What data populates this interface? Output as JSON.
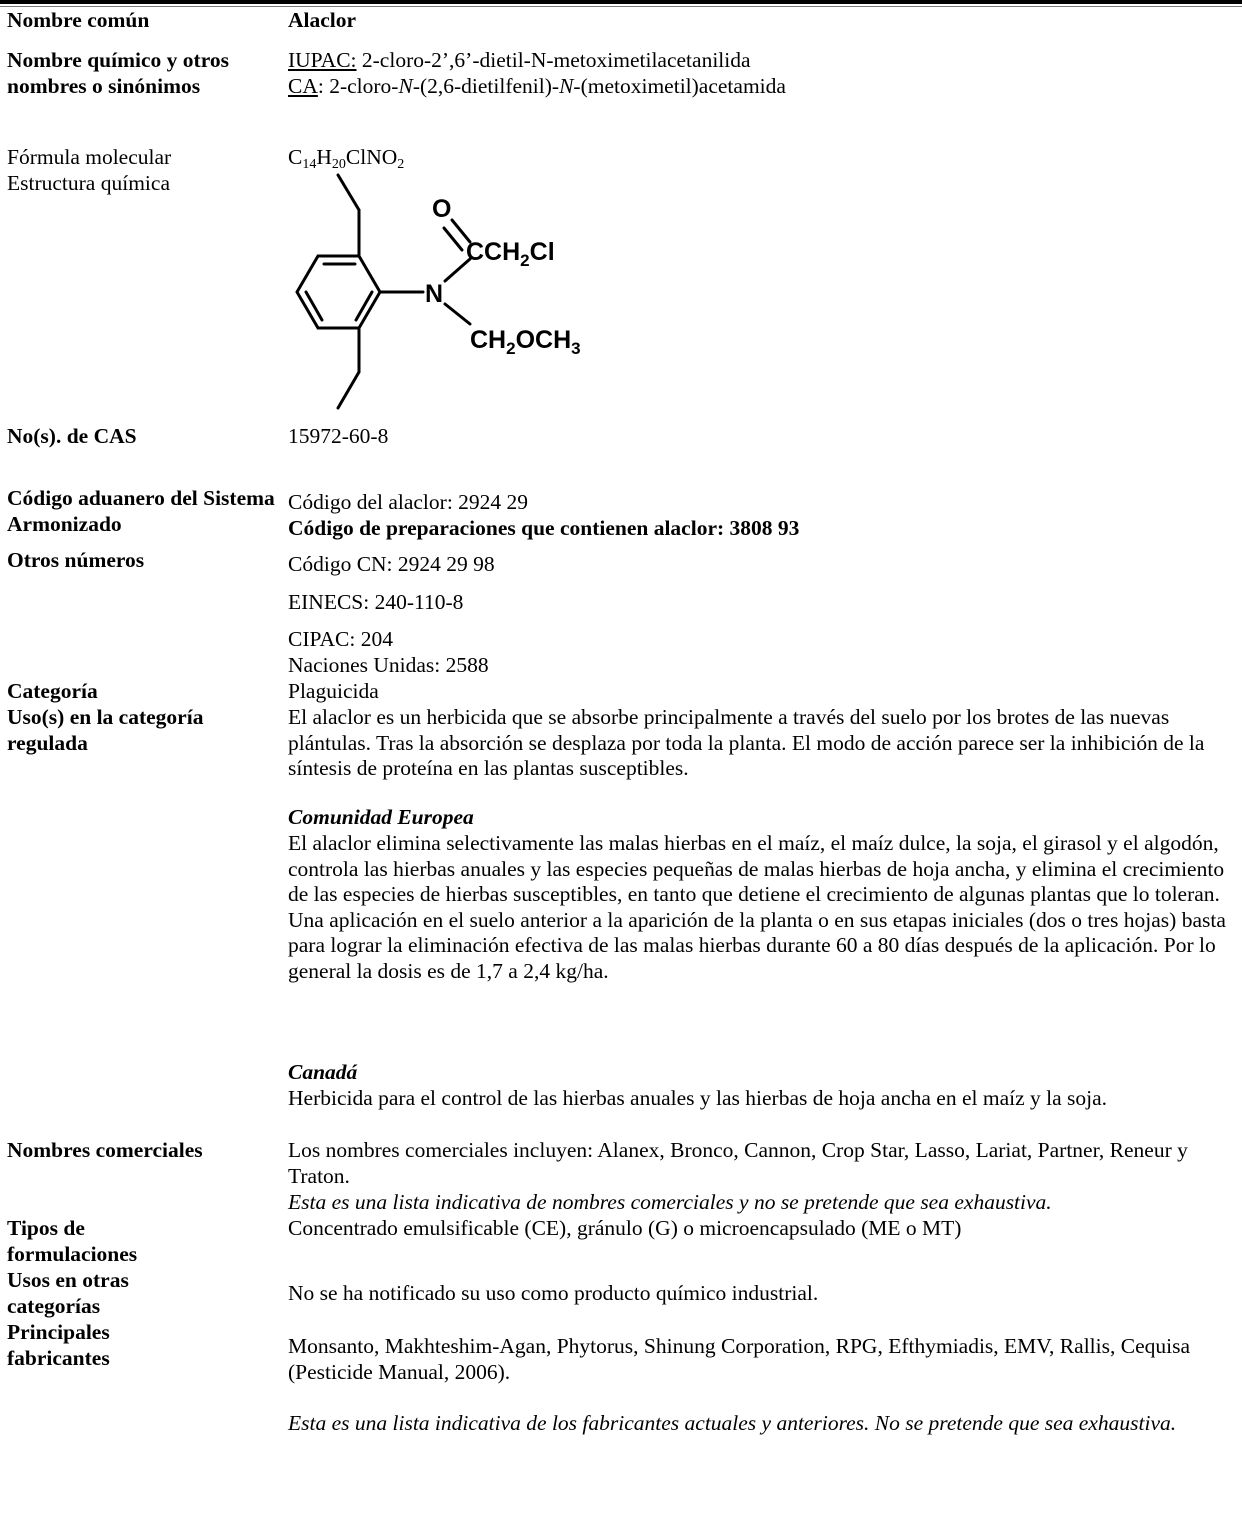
{
  "rows": {
    "common_name": {
      "label": "Nombre común",
      "value": "Alaclor"
    },
    "chemical_name": {
      "label": "Nombre químico y otros nombres o sinónimos",
      "iupac_prefix": "IUPAC:",
      "iupac_value": " 2-cloro-2’,6’-dietil-N-metoximetilacetanilida",
      "ca_prefix": "CA",
      "ca_value_1": ": 2-cloro-",
      "ca_n1": "N",
      "ca_value_2": "-(2,6-dietilfenil)-",
      "ca_n2": "N",
      "ca_value_3": "-(metoximetil)acetamida"
    },
    "formula": {
      "label": "Fórmula molecular",
      "c": "C",
      "c_n": "14",
      "h": "H",
      "h_n": "20",
      "rest": "ClNO",
      "o_n": "2"
    },
    "structure": {
      "label": "Estructura química",
      "atom_o": "O",
      "atom_n": "N",
      "group_top": "CCH",
      "group_top_sub": "2",
      "group_top_end": "Cl",
      "group_bottom": "CH",
      "group_bottom_sub": "2",
      "group_bottom_mid": "OCH",
      "group_bottom_sub2": "3"
    },
    "cas": {
      "label": "No(s). de CAS",
      "value": "15972-60-8"
    },
    "hs_code": {
      "label": "Código aduanero del Sistema Armonizado",
      "line1": "Código del alaclor: 2924 29",
      "line2": "Código de preparaciones que contienen alaclor: 3808 93"
    },
    "other_numbers": {
      "label": "Otros números",
      "cn": "Código CN: 2924 29 98",
      "einecs": "EINECS: 240-110-8",
      "cipac": "CIPAC: 204",
      "un": "Naciones Unidas: 2588"
    },
    "category": {
      "label": "Categoría",
      "value": "Plaguicida"
    },
    "uses": {
      "label": "Uso(s) en la categoría regulada",
      "intro": "El alaclor es un herbicida que se absorbe principalmente a través del suelo por los brotes de las nuevas plántulas. Tras la absorción se desplaza por toda la planta. El modo de acción parece ser la inhibición de la síntesis de proteína en las plantas susceptibles.",
      "eu_heading": "Comunidad Europea",
      "eu_text": "El alaclor elimina selectivamente las malas hierbas en el maíz, el maíz dulce, la soja, el girasol y el algodón, controla las hierbas anuales y las especies pequeñas de malas hierbas de hoja ancha, y elimina el crecimiento de las especies de hierbas susceptibles, en tanto que detiene el crecimiento de algunas plantas que lo toleran. Una aplicación en el suelo anterior a la aparición de la planta o en sus etapas iniciales (dos o tres hojas) basta para lograr la eliminación efectiva de las malas hierbas durante 60 a 80 días después de la aplicación. Por lo general la dosis es de 1,7 a 2,4 kg/ha.",
      "ca_heading": "Canadá",
      "ca_text": "Herbicida para el control de las hierbas anuales y las hierbas de hoja ancha en el maíz y la soja."
    },
    "trade_names": {
      "label": "Nombres comerciales",
      "value": "Los nombres comerciales incluyen: Alanex, Bronco, Cannon, Crop Star, Lasso, Lariat, Partner, Reneur y Traton.",
      "note": "Esta es una lista indicativa de nombres comerciales y no se pretende que sea exhaustiva."
    },
    "formulations": {
      "label": "Tipos de formulaciones",
      "value": "Concentrado emulsificable (CE), gránulo (G) o microencapsulado (ME o MT)"
    },
    "other_uses": {
      "label": "Usos en otras categorías",
      "value": "No se ha notificado su uso como producto químico industrial."
    },
    "manufacturers": {
      "label": "Principales fabricantes",
      "value": "Monsanto, Makhteshim-Agan, Phytorus, Shinung Corporation, RPG, Efthymiadis, EMV, Rallis, Cequisa (Pesticide Manual, 2006).",
      "note": "Esta es una lista indicativa de los fabricantes actuales y anteriores. No se pretende que sea exhaustiva."
    }
  }
}
